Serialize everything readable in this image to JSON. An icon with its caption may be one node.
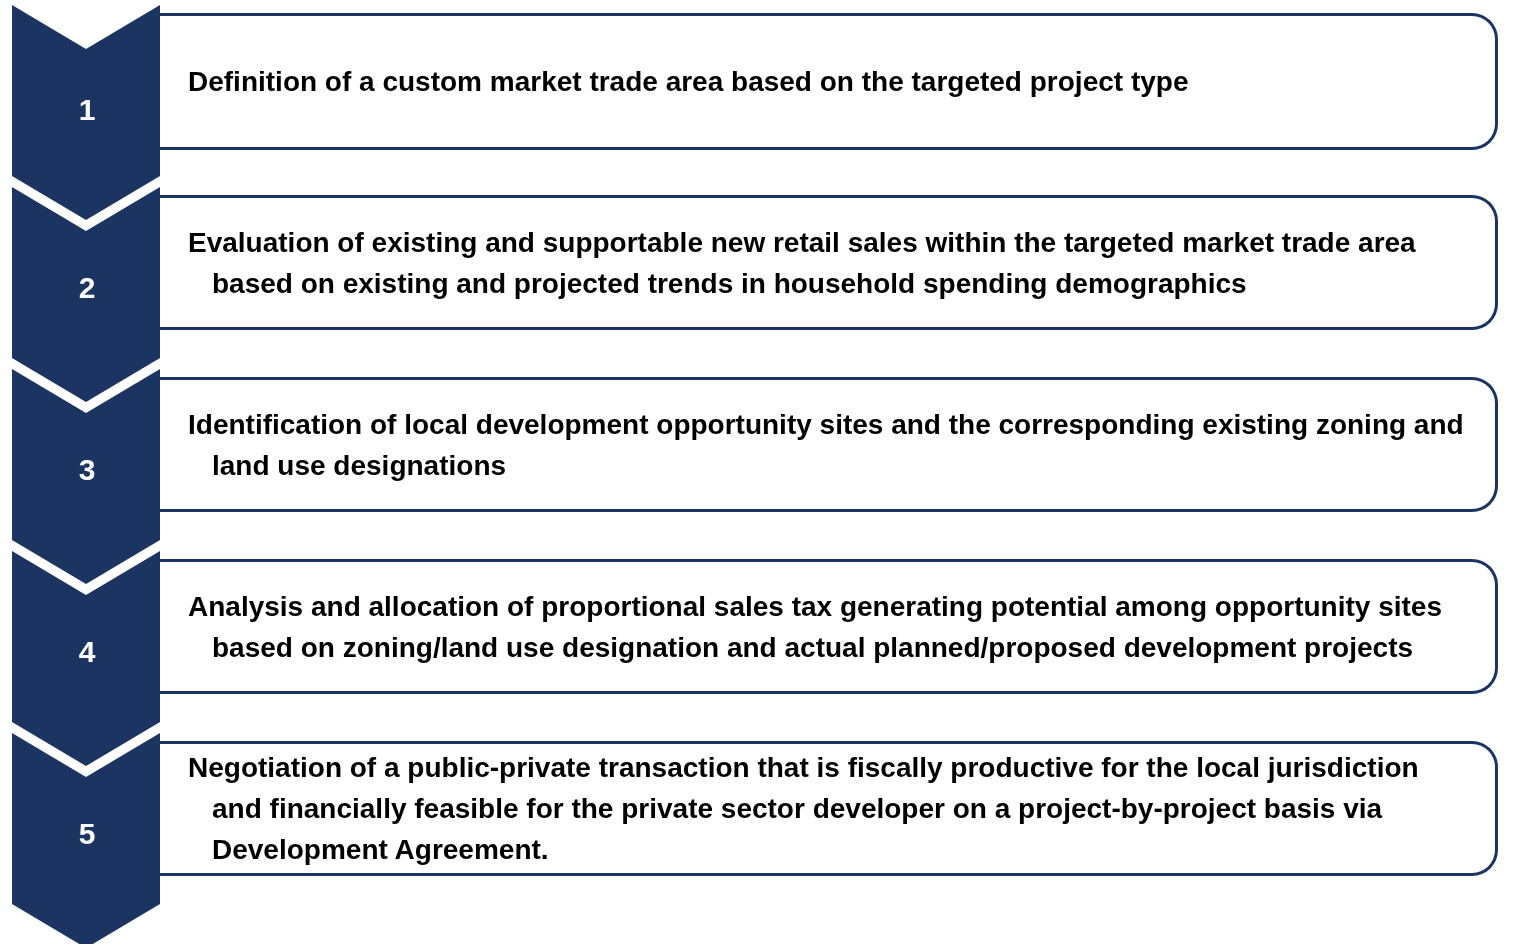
{
  "diagram": {
    "nodes": [
      {
        "text": [
          "1"
        ]
      },
      {
        "text": [
          "Definition of a custom market trade area based on the targeted project type"
        ]
      },
      {
        "text": [
          "2"
        ]
      },
      {
        "text": [
          "Evaluation of existing and supportable new retail sales within the targeted market trade area based on existing and projected trends in household spending demographics"
        ]
      },
      {
        "text": [
          "3"
        ]
      },
      {
        "text": [
          "Identification of local development opportunity sites and the corresponding existing zoning and land use designations"
        ]
      },
      {
        "text": [
          "4"
        ]
      },
      {
        "text": [
          "Analysis and allocation of proportional sales tax generating potential among opportunity sites based on zoning/land use designation and actual planned/proposed development projects"
        ]
      },
      {
        "text": [
          "5"
        ]
      },
      {
        "text": [
          "Negotiation of a public-private transaction that is fiscally productive for the local jurisdiction and financially feasible for the private sector developer on a project-by-project basis via Development Agreement."
        ]
      }
    ]
  }
}
